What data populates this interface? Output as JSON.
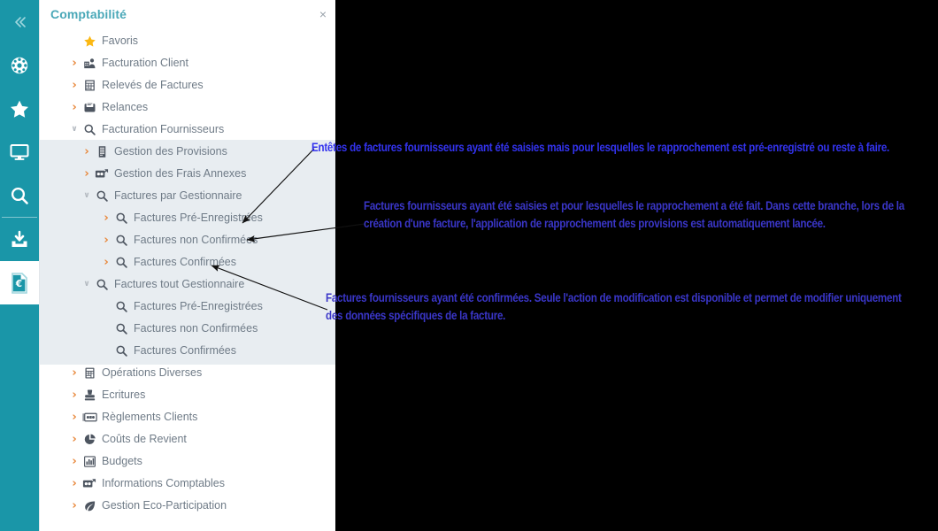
{
  "rail": {
    "items": [
      {
        "name": "collapse-icon",
        "label": "«"
      },
      {
        "name": "settings-wheel-icon",
        "label": ""
      },
      {
        "name": "favorites-star-icon",
        "label": ""
      },
      {
        "name": "monitor-icon",
        "label": ""
      },
      {
        "name": "search-icon",
        "label": ""
      },
      {
        "name": "download-icon",
        "label": ""
      },
      {
        "name": "euro-document-icon",
        "label": ""
      }
    ]
  },
  "panel": {
    "title": "Comptabilité",
    "close_label": "×"
  },
  "tree": {
    "nodes": [
      {
        "label": "Favoris",
        "level": 0,
        "chev": "",
        "icon": "star"
      },
      {
        "label": "Facturation Client",
        "level": 0,
        "chev": "›",
        "icon": "client"
      },
      {
        "label": "Relevés de Factures",
        "level": 0,
        "chev": "›",
        "icon": "statement"
      },
      {
        "label": "Relances",
        "level": 0,
        "chev": "›",
        "icon": "reminder"
      },
      {
        "label": "Facturation Fournisseurs",
        "level": 0,
        "chev": "⌄",
        "icon": "magnifier"
      },
      {
        "label": "Gestion des Provisions",
        "level": 1,
        "chev": "›",
        "icon": "provision"
      },
      {
        "label": "Gestion des Frais Annexes",
        "level": 1,
        "chev": "›",
        "icon": "fees"
      },
      {
        "label": "Factures par Gestionnaire",
        "level": 1,
        "chev": "⌄",
        "icon": "magnifier"
      },
      {
        "label": "Factures Pré-Enregistrées",
        "level": 2,
        "chev": "›",
        "icon": "magnifier"
      },
      {
        "label": "Factures non Confirmées",
        "level": 2,
        "chev": "›",
        "icon": "magnifier"
      },
      {
        "label": "Factures Confirmées",
        "level": 2,
        "chev": "›",
        "icon": "magnifier"
      },
      {
        "label": "Factures tout Gestionnaire",
        "level": 1,
        "chev": "⌄",
        "icon": "magnifier"
      },
      {
        "label": "Factures Pré-Enregistrées",
        "level": 2,
        "chev": "",
        "icon": "magnifier"
      },
      {
        "label": "Factures non Confirmées",
        "level": 2,
        "chev": "",
        "icon": "magnifier"
      },
      {
        "label": "Factures Confirmées",
        "level": 2,
        "chev": "",
        "icon": "magnifier"
      },
      {
        "label": "Opérations Diverses",
        "level": 0,
        "chev": "›",
        "icon": "calculator"
      },
      {
        "label": "Ecritures",
        "level": 0,
        "chev": "›",
        "icon": "stamp"
      },
      {
        "label": "Règlements Clients",
        "level": 0,
        "chev": "›",
        "icon": "banknote"
      },
      {
        "label": "Coûts de Revient",
        "level": 0,
        "chev": "›",
        "icon": "piechart"
      },
      {
        "label": "Budgets",
        "level": 0,
        "chev": "›",
        "icon": "barchart"
      },
      {
        "label": "Informations Comptables",
        "level": 0,
        "chev": "›",
        "icon": "fees"
      },
      {
        "label": "Gestion Eco-Participation",
        "level": 0,
        "chev": "›",
        "icon": "leaf"
      }
    ]
  },
  "annotations": {
    "note_1": "Entêtes de factures fournisseurs ayant été saisies mais pour lesquelles le rapprochement est pré-enregistré ou reste à faire.",
    "note_2": "Factures fournisseurs ayant été saisies et pour lesquelles le rapprochement a été fait. Dans cette branche, lors de la création d'une facture, l'application de rapprochement des provisions est automatiquement lancée.",
    "note_3": "Factures fournisseurs ayant été confirmées. Seule l'action de modification est disponible et permet de modifier uniquement des données spécifiques de la facture."
  },
  "colors": {
    "rail_teal": "#1a96a8",
    "title_teal": "#4aa8b8",
    "highlight_band": "#e8edf1",
    "chevron_orange": "#e8873a",
    "annotation_blue": "#3333ee",
    "annotation_blue_2": "#3a36c8",
    "label_gray": "#6f7b87",
    "star_yellow": "#fbb813"
  }
}
